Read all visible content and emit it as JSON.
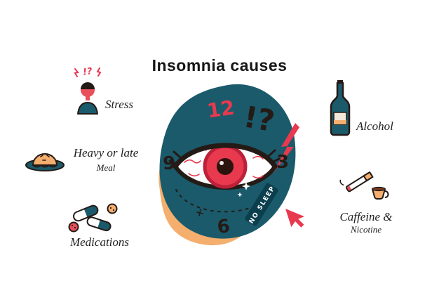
{
  "title": "Insomnia causes",
  "colors": {
    "teal": "#1A5A6B",
    "teal_dark": "#0C3F4E",
    "red": "#E8394F",
    "salmon": "#E8505C",
    "orange": "#F4AE6E",
    "ink": "#241A16"
  },
  "causes": [
    {
      "id": "stress",
      "label": "Stress",
      "icon": "stressed-person-icon"
    },
    {
      "id": "meal",
      "label": "Heavy or late",
      "sublabel": "Meal",
      "icon": "burger-icon"
    },
    {
      "id": "medications",
      "label": "Medications",
      "icon": "pills-icon"
    },
    {
      "id": "alcohol",
      "label": "Alcohol",
      "icon": "bottle-icon"
    },
    {
      "id": "caffeine",
      "label": "Caffeine &",
      "sublabel": "Nicotine",
      "icon": "cigarette-cup-icon"
    }
  ],
  "clock": {
    "twelve": "12",
    "three": "3",
    "six": "6",
    "nine": "9",
    "interjection": "!?",
    "ribbon": "NO SLEEP",
    "stress_scribble": "!?"
  }
}
